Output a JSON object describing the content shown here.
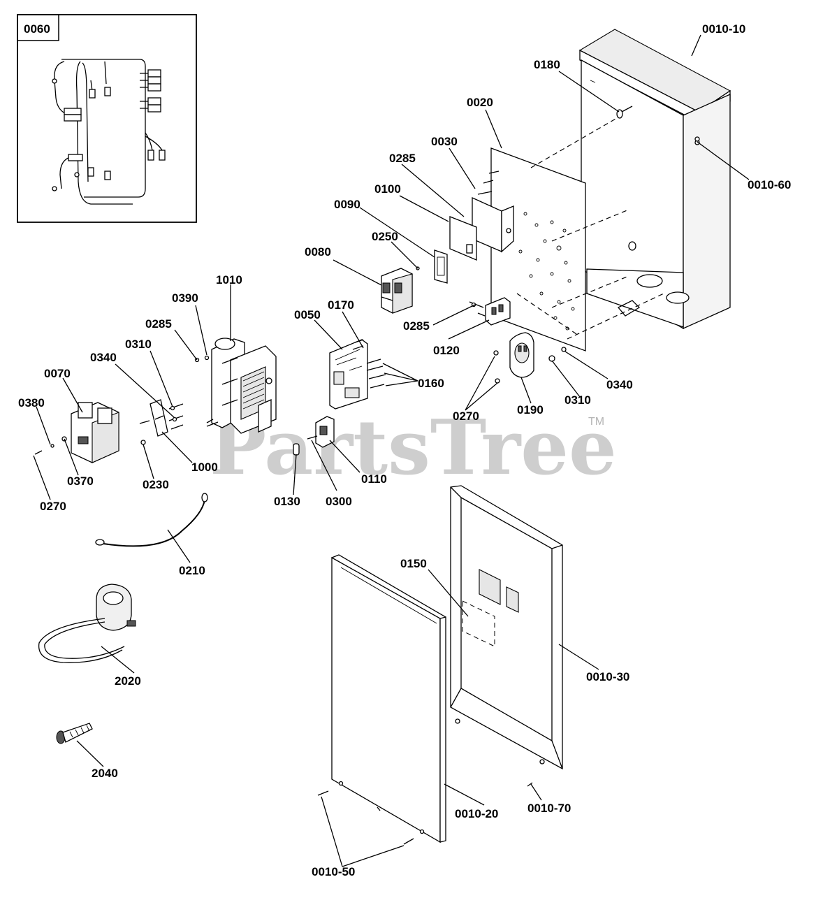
{
  "watermark": {
    "text": "PartsTree",
    "trademark": "TM"
  },
  "inset": {
    "label": "0060"
  },
  "callouts": {
    "c0010_10": "0010-10",
    "c0180": "0180",
    "c0020": "0020",
    "c0010_60": "0010-60",
    "c0030": "0030",
    "c0285_a": "0285",
    "c0100": "0100",
    "c0090": "0090",
    "c0250": "0250",
    "c0080": "0080",
    "c1010": "1010",
    "c0390": "0390",
    "c0285_b": "0285",
    "c0310_a": "0310",
    "c0340_a": "0340",
    "c0070": "0070",
    "c0380": "0380",
    "c0370": "0370",
    "c0270_a": "0270",
    "c0230": "0230",
    "c1000": "1000",
    "c0050": "0050",
    "c0170": "0170",
    "c0160": "0160",
    "c0285_c": "0285",
    "c0120": "0120",
    "c0270_b": "0270",
    "c0190": "0190",
    "c0310_b": "0310",
    "c0340_b": "0340",
    "c0130": "0130",
    "c0300": "0300",
    "c0110": "0110",
    "c0210": "0210",
    "c0150": "0150",
    "c0010_30": "0010-30",
    "c2020": "2020",
    "c2040": "2040",
    "c0010_20": "0010-20",
    "c0010_70": "0010-70",
    "c0010_50": "0010-50"
  }
}
